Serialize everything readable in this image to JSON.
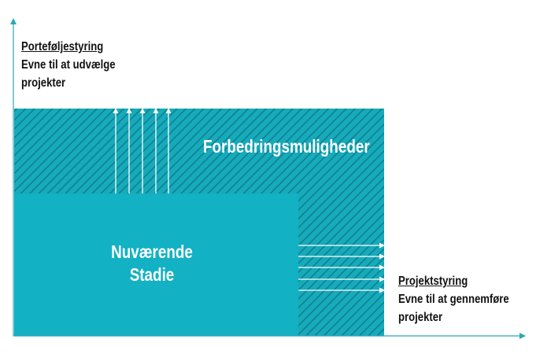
{
  "colors": {
    "fill": "#12b1c3",
    "hatch_background": "#16aabb",
    "hatch_stripe": "#0e7f8c",
    "axis": "#2ba8b8",
    "arrow": "#ffffff",
    "text_dark": "#111111",
    "text_light": "#ffffff"
  },
  "axes": {
    "y": {
      "title": "Porteføljestyring",
      "line1": "Evne til at udvælge",
      "line2": "projekter"
    },
    "x": {
      "title": "Projektstyring",
      "line1": "Evne til at gennemføre",
      "line2": "projekter"
    }
  },
  "regions": {
    "improvement": "Forbedringsmuligheder",
    "current_state": {
      "line1": "Nuværende",
      "line2": "Stadie"
    }
  }
}
